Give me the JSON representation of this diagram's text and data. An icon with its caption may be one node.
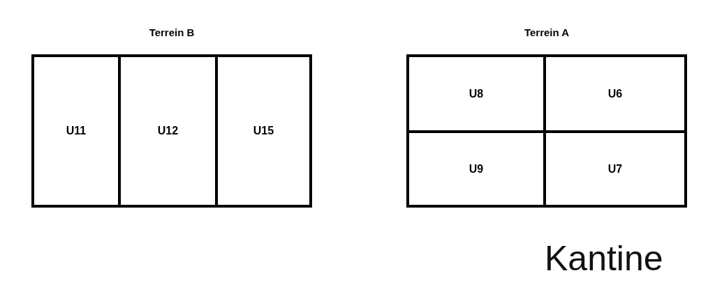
{
  "diagram": {
    "nodes": [
      {
        "text": [
          "Terrein B"
        ]
      },
      {
        "text": [
          "U11"
        ],
        "in": 0
      },
      {
        "text": [
          "U12"
        ],
        "in": 0
      },
      {
        "text": [
          "U15"
        ],
        "in": 0
      },
      {
        "text": [
          "Terrein A"
        ]
      },
      {
        "text": [
          "U8"
        ],
        "in": 4
      },
      {
        "text": [
          "U6"
        ],
        "in": 4
      },
      {
        "text": [
          "U9"
        ],
        "in": 4
      },
      {
        "text": [
          "U7"
        ],
        "in": 4
      }
    ],
    "edges": [],
    "labels": [
      "Kantine"
    ]
  }
}
